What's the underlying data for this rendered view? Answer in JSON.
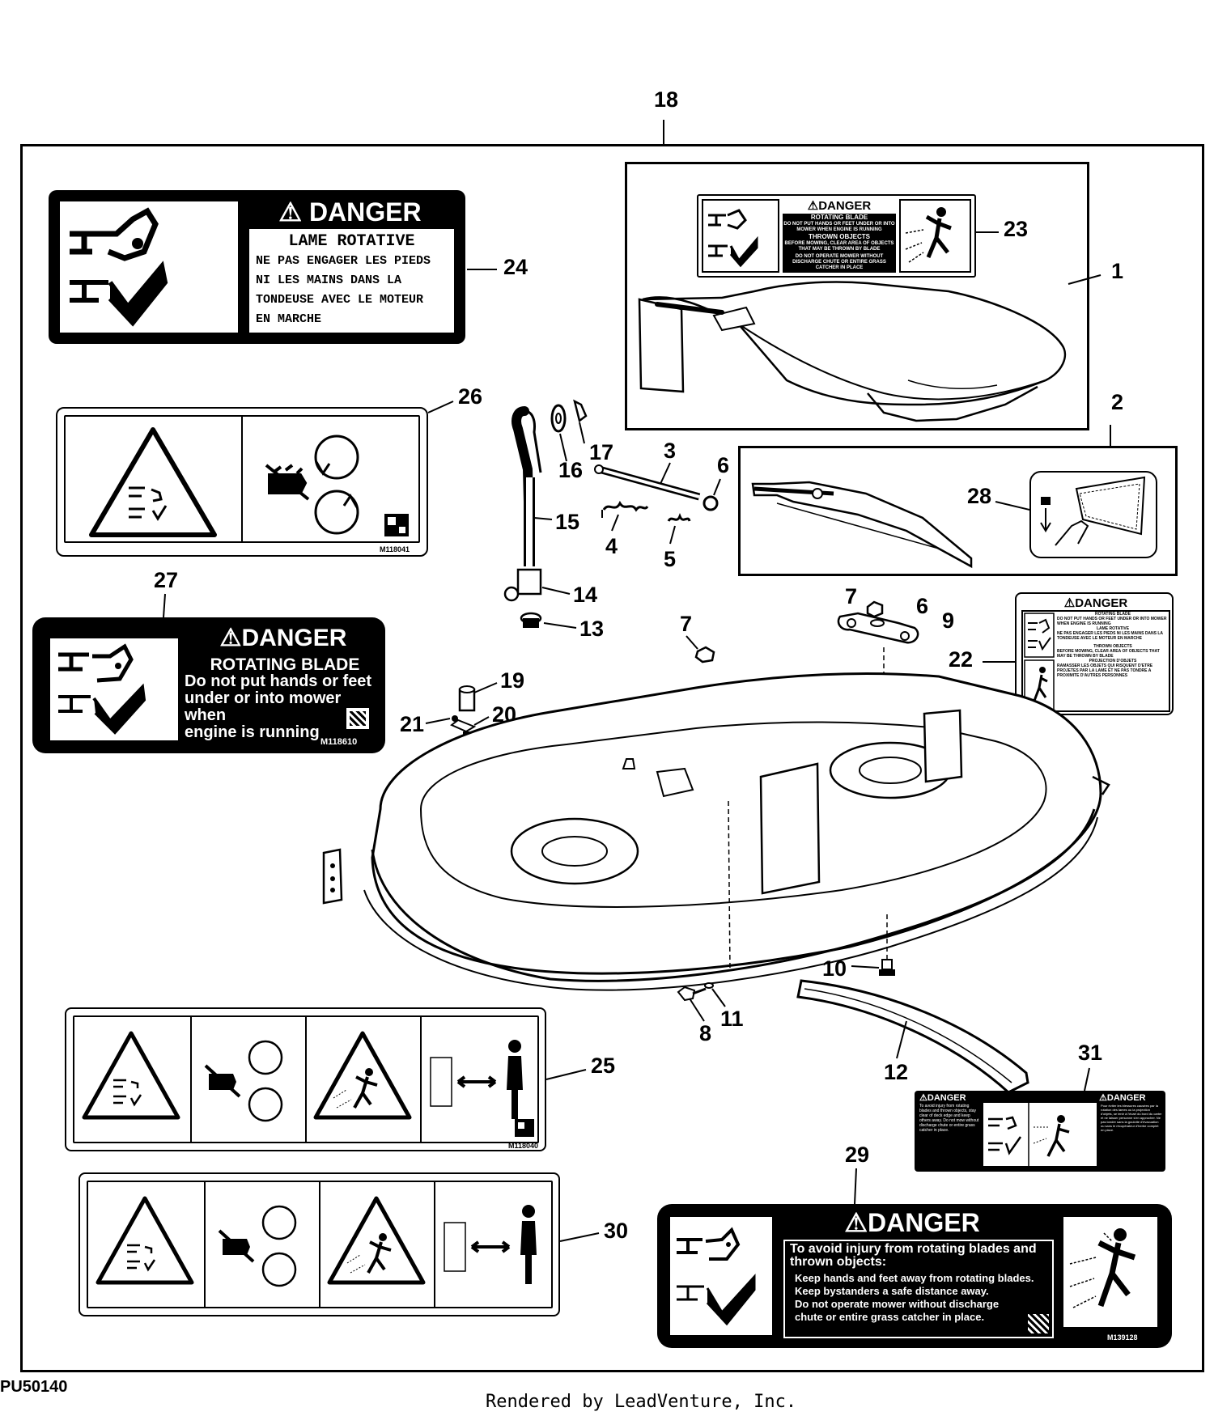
{
  "callouts": {
    "c1": "1",
    "c2": "2",
    "c3": "3",
    "c4": "4",
    "c5": "5",
    "c6a": "6",
    "c6b": "6",
    "c7a": "7",
    "c7b": "7",
    "c8": "8",
    "c9": "9",
    "c10": "10",
    "c11": "11",
    "c12": "12",
    "c13": "13",
    "c14": "14",
    "c15": "15",
    "c16": "16",
    "c17": "17",
    "c18": "18",
    "c19": "19",
    "c20": "20",
    "c21": "21",
    "c22": "22",
    "c23": "23",
    "c24": "24",
    "c25": "25",
    "c26": "26",
    "c27": "27",
    "c28": "28",
    "c29": "29",
    "c30": "30",
    "c31": "31"
  },
  "label24": {
    "title": "DANGER",
    "lines": [
      "LAME ROTATIVE",
      "NE PAS ENGAGER LES PIEDS",
      "NI LES MAINS DANS LA",
      "TONDEUSE AVEC LE MOTEUR",
      "EN MARCHE"
    ]
  },
  "label23": {
    "title": "DANGER",
    "sub1": "ROTATING BLADE",
    "text1": "DO NOT PUT HANDS OR FEET UNDER OR INTO MOWER WHEN ENGINE IS RUNNING",
    "sub2": "THROWN OBJECTS",
    "text2": "BEFORE MOWING, CLEAR AREA OF OBJECTS THAT MAY BE THROWN BY BLADE",
    "text3": "DO NOT OPERATE MOWER WITHOUT DISCHARGE CHUTE OR ENTIRE GRASS CATCHER IN PLACE"
  },
  "label26": {
    "code": "M118041"
  },
  "label27": {
    "title": "DANGER",
    "lines": [
      "ROTATING BLADE",
      "Do not put hands or feet",
      "under or into mower when",
      "engine is running"
    ],
    "code": "M118610"
  },
  "label22": {
    "title": "DANGER",
    "s1": "ROTATING BLADE",
    "t1": "DO NOT PUT HANDS OR FEET UNDER OR INTO MOWER WHEN ENGINE IS RUNNING",
    "s2": "LAME ROTATIVE",
    "t2": "NE PAS ENGAGER LES PIEDS NI LES MAINS DANS LA TONDEUSE AVEC LE MOTEUR EN MARCHE",
    "s3": "THROWN OBJECTS",
    "t3": "BEFORE MOWING, CLEAR AREA OF OBJECTS THAT MAY BE THROWN BY BLADE",
    "s4": "PROJECTION D'OBJETS",
    "t4": "RAMASSER LES OBJETS QUI RISQUENT D'ETRE PROJETES PAR LA LAME ET NE PAS TONDRE A PROXIMITE D'AUTRES PERSONNES"
  },
  "label25": {
    "code": "M118040"
  },
  "label31": {
    "title_en": "DANGER",
    "title_fr": "DANGER",
    "text_en": "To avoid injury from rotating blades and thrown objects, stay clear of deck edge and keep others away. Do not mow without discharge chute or entire grass catcher in place.",
    "text_fr": "Pour éviter les blessures causées par la rotation des lames ou la projection d'objets, se tenir à l'écart du bord du carter et ne laisser personne s'en approcher. Ne pas tondre sans la goulotte d'évacuation ou sans le récupérateur d'herbe complet en place."
  },
  "label29": {
    "title": "DANGER",
    "head1": "To avoid injury from rotating blades and",
    "head2": "thrown objects:",
    "lines": [
      "Keep hands and feet away from rotating blades.",
      "Keep bystanders a safe distance away.",
      "Do not operate mower without discharge",
      "chute or entire grass catcher in place."
    ],
    "code": "M139128"
  },
  "figure_id": "PU50140",
  "footer": "Rendered by LeadVenture, Inc.",
  "colors": {
    "ink": "#000000",
    "paper": "#ffffff",
    "watermark": "#d9d9d9"
  }
}
